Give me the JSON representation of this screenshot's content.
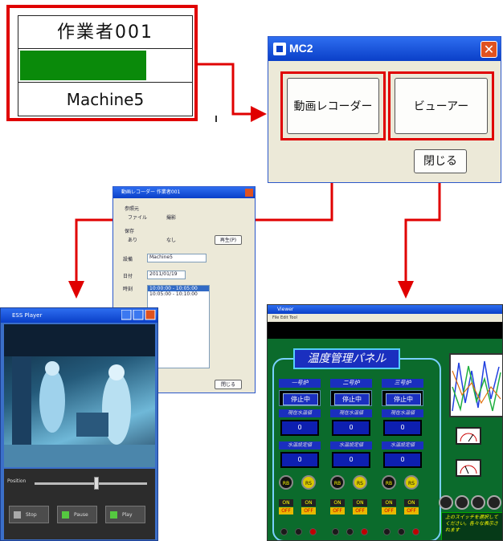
{
  "worker_card": {
    "worker_name": "作業者001",
    "progress": 0.74,
    "machine_name": "Machine5"
  },
  "mc2_dialog": {
    "title": "MC2",
    "close_glyph": "✕",
    "video_recorder_button": "動画レコーダー",
    "viewer_button": "ビューアー",
    "close_button": "閉じる"
  },
  "recorder_dialog": {
    "title": "動画レコーダー 作業者001",
    "section_file": "参照元",
    "radio_file": "ファイル",
    "radio_camera": "撮影",
    "section_save": "保存",
    "radio_a": "あり",
    "radio_b": "なし",
    "play_button": "再生(P)",
    "label_machine": "設備",
    "machine_value": "Machine5",
    "label_date": "日付",
    "date_value": "2011/01/19",
    "label_time": "時刻",
    "time_items": [
      "10:00:00 - 10:05:00",
      "10:05:00 - 10:10:00"
    ],
    "ok_button": "閉じる"
  },
  "video_player": {
    "title": "ESS Player",
    "slider_label": "Position",
    "slider_value": 0.55,
    "button_stop": "Stop",
    "button_pause": "Pause",
    "button_play": "Play"
  },
  "viewer_panel": {
    "window_title": "Viewer",
    "menu_text": "File Edit Tool",
    "heading": "温度管理パネル",
    "columns": [
      {
        "name": "一号炉",
        "status": "停止中",
        "label_current": "現在水温値",
        "current_value": "0",
        "label_setpoint": "水温設定値",
        "setpoint_value": "0",
        "switch_on": "ON",
        "switch_off": "OFF"
      },
      {
        "name": "二号炉",
        "status": "停止中",
        "label_current": "現在水温値",
        "current_value": "0",
        "label_setpoint": "水温設定値",
        "setpoint_value": "0",
        "switch_on": "ON",
        "switch_off": "OFF"
      },
      {
        "name": "三号炉",
        "status": "停止中",
        "label_current": "現在水温値",
        "current_value": "0",
        "label_setpoint": "水温設定値",
        "setpoint_value": "0",
        "switch_on": "ON",
        "switch_off": "OFF"
      }
    ],
    "knob_left": "RB",
    "knob_right": "RS",
    "message": "上のスイッチを選択してください。各々な表示されます"
  },
  "colors": {
    "highlight_red": "#e00000",
    "progress_green": "#0a8a0a",
    "xp_titlebar": "#0a3fc8",
    "viewer_green": "#0b6b2c"
  }
}
